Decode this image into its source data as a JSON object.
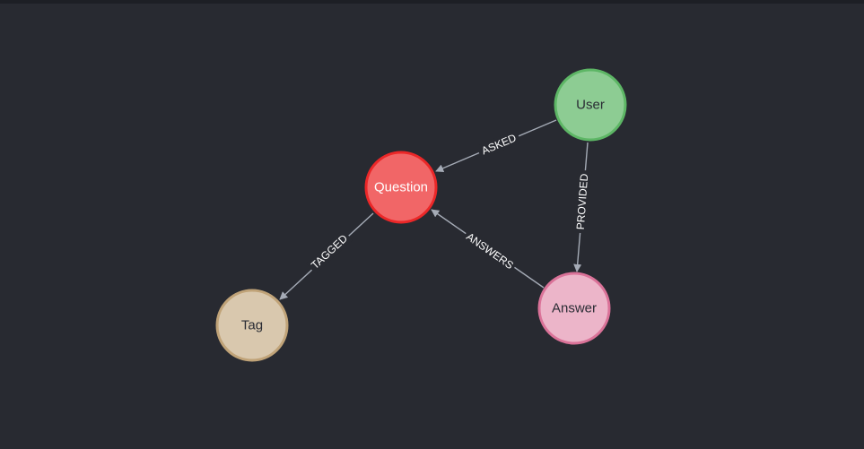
{
  "graph": {
    "nodes": {
      "user": {
        "label": "User",
        "fill": "#8dcc93",
        "stroke": "#5db665",
        "text": "#2a2c34"
      },
      "question": {
        "label": "Question",
        "fill": "#f16667",
        "stroke": "#eb2728",
        "text": "#ffffff"
      },
      "answer": {
        "label": "Answer",
        "fill": "#ecb5c9",
        "stroke": "#da7298",
        "text": "#2a2c34"
      },
      "tag": {
        "label": "Tag",
        "fill": "#d9c8ae",
        "stroke": "#c0a378",
        "text": "#2a2c34"
      }
    },
    "relationships": {
      "asked": {
        "label": "ASKED",
        "from": "User",
        "to": "Question"
      },
      "provided": {
        "label": "PROVIDED",
        "from": "User",
        "to": "Answer"
      },
      "answers": {
        "label": "ANSWERS",
        "from": "Answer",
        "to": "Question"
      },
      "tagged": {
        "label": "TAGGED",
        "from": "Question",
        "to": "Tag"
      }
    },
    "edge_color": "#a5abb6",
    "background": "#282a31"
  }
}
